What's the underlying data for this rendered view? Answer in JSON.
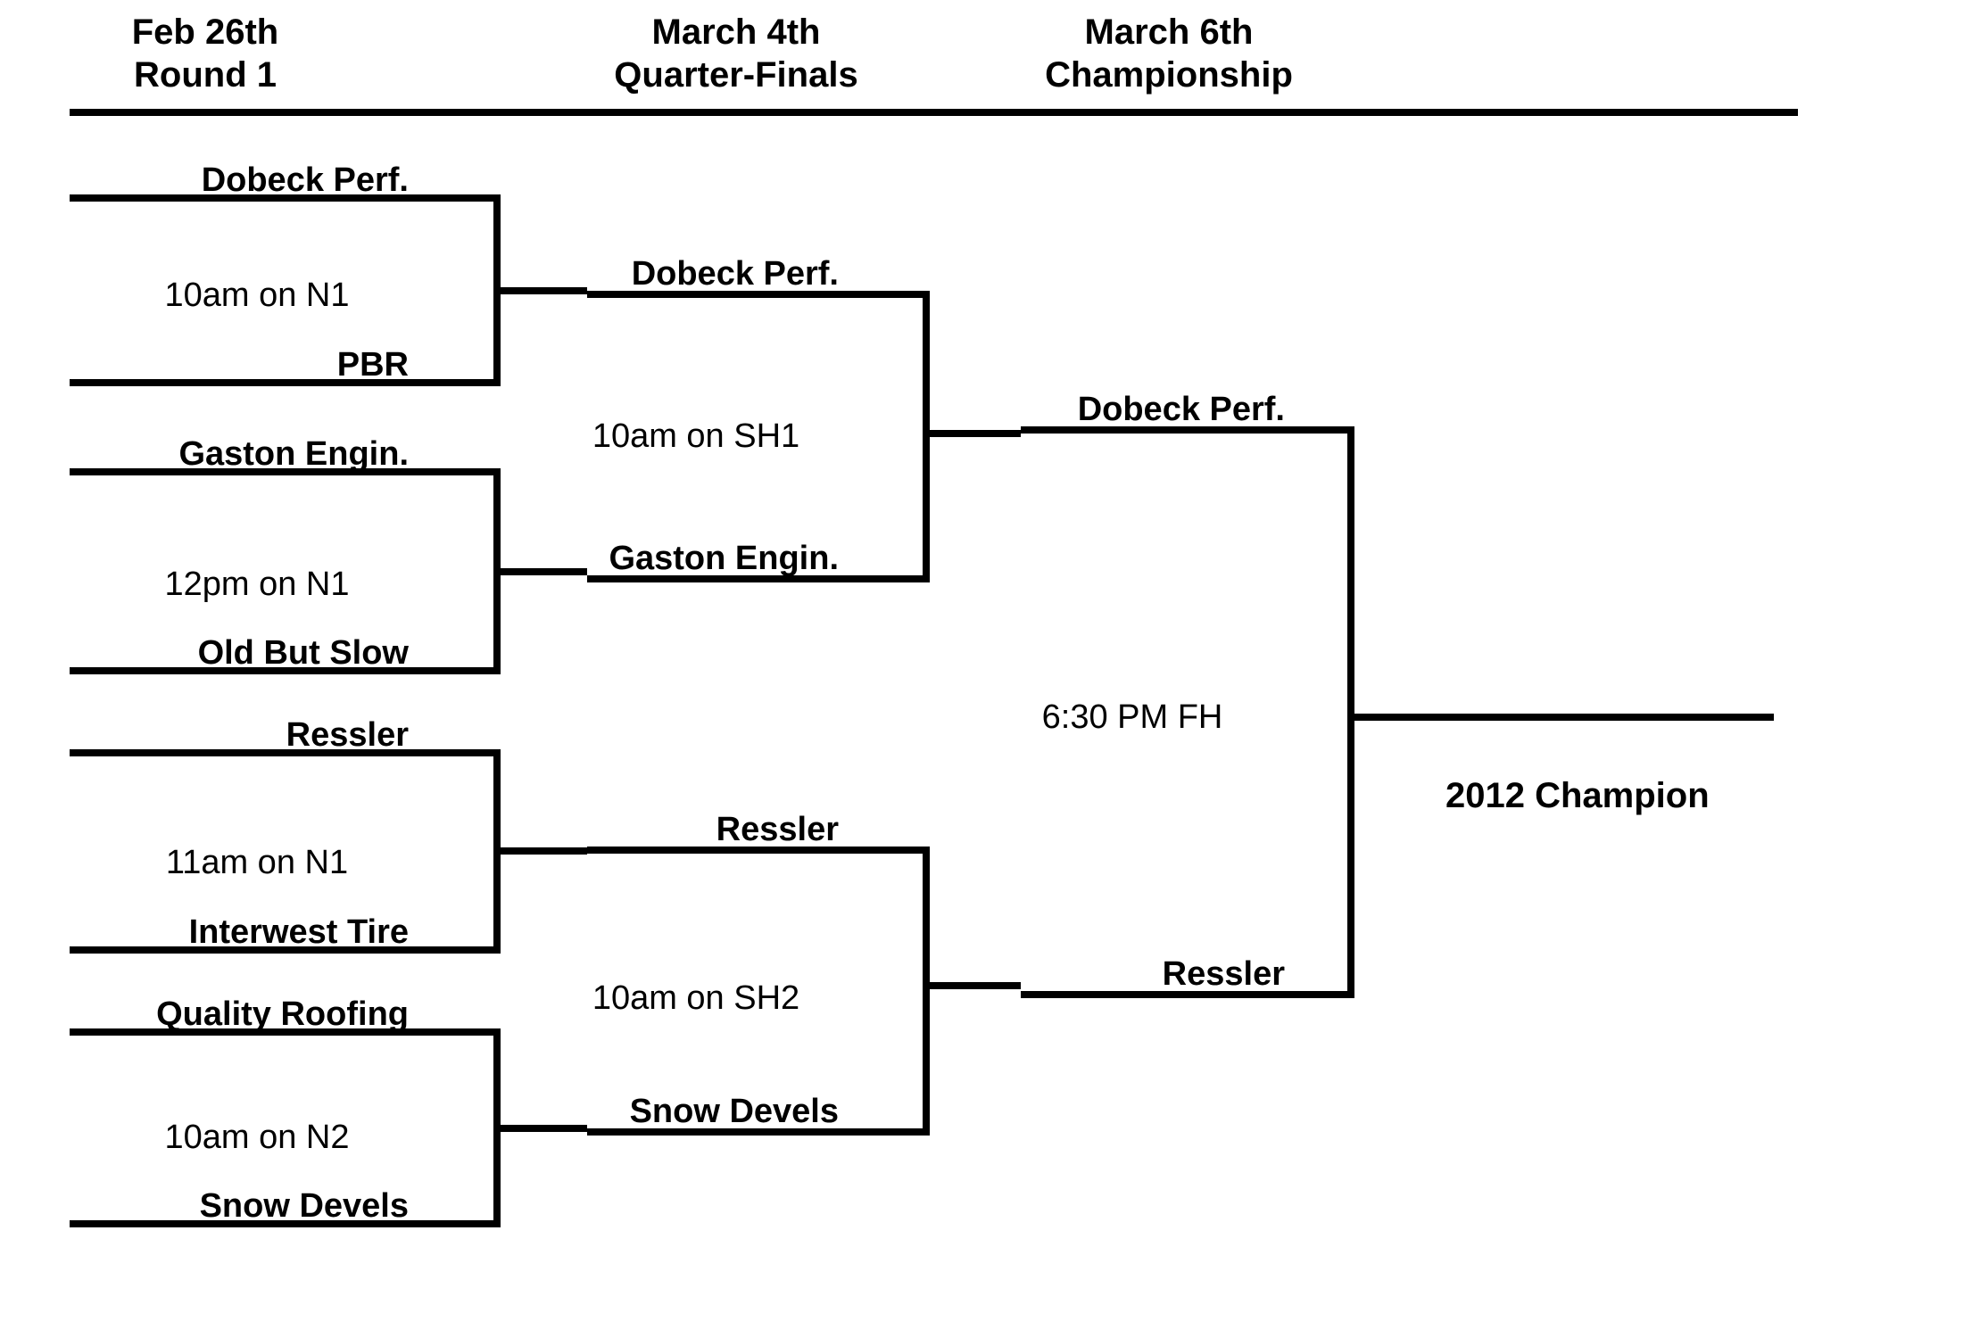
{
  "headers": [
    {
      "date": "Feb 26th",
      "round": "Round 1"
    },
    {
      "date": "March 4th",
      "round": "Quarter-Finals"
    },
    {
      "date": "March 6th",
      "round": "Championship"
    }
  ],
  "round1": {
    "matches": [
      {
        "top": "Dobeck Perf.",
        "time": "10am on N1",
        "bottom": "PBR"
      },
      {
        "top": "Gaston Engin.",
        "time": "12pm on N1",
        "bottom": "Old But Slow"
      },
      {
        "top": "Ressler",
        "time": "11am on N1",
        "bottom": "Interwest Tire"
      },
      {
        "top": "Quality Roofing",
        "time": "10am on N2",
        "bottom": "Snow Devels"
      }
    ]
  },
  "quarterfinals": {
    "matches": [
      {
        "top": "Dobeck Perf.",
        "time": "10am on SH1",
        "bottom": "Gaston Engin."
      },
      {
        "top": "Ressler",
        "time": "10am on SH2",
        "bottom": "Snow Devels"
      }
    ]
  },
  "championship": {
    "matches": [
      {
        "top": "Dobeck Perf.",
        "time": "6:30 PM FH",
        "bottom": "Ressler"
      }
    ]
  },
  "champion": {
    "label": "2012 Champion"
  },
  "colors": {
    "line": "#000000",
    "background": "#ffffff",
    "text": "#000000"
  }
}
